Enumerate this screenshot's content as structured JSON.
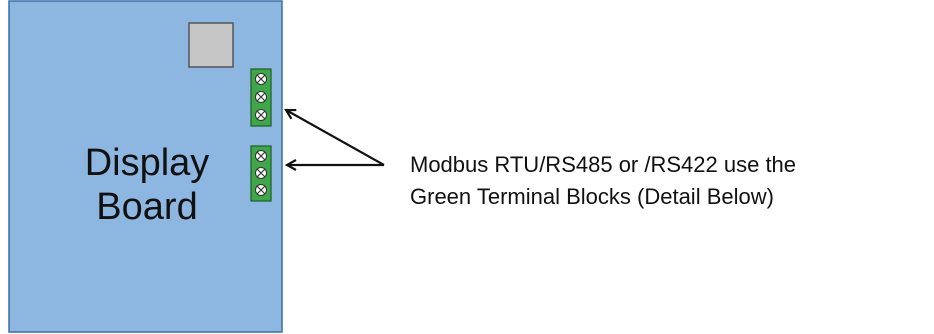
{
  "board": {
    "label_line1": "Display",
    "label_line2": "Board",
    "fill_color": "#8db6e0",
    "border_color": "#3a6fa8"
  },
  "chip": {
    "fill_color": "#c6c6c6",
    "border_color": "#555555"
  },
  "terminal_blocks": {
    "count": 2,
    "screws_per_block": 3,
    "fill_color": "#3fa74a",
    "border_color": "#1d5e24"
  },
  "callout": {
    "line1": "Modbus RTU/RS485 or /RS422 use the",
    "line2": "Green Terminal Blocks (Detail Below)",
    "arrow_color": "#111111"
  }
}
